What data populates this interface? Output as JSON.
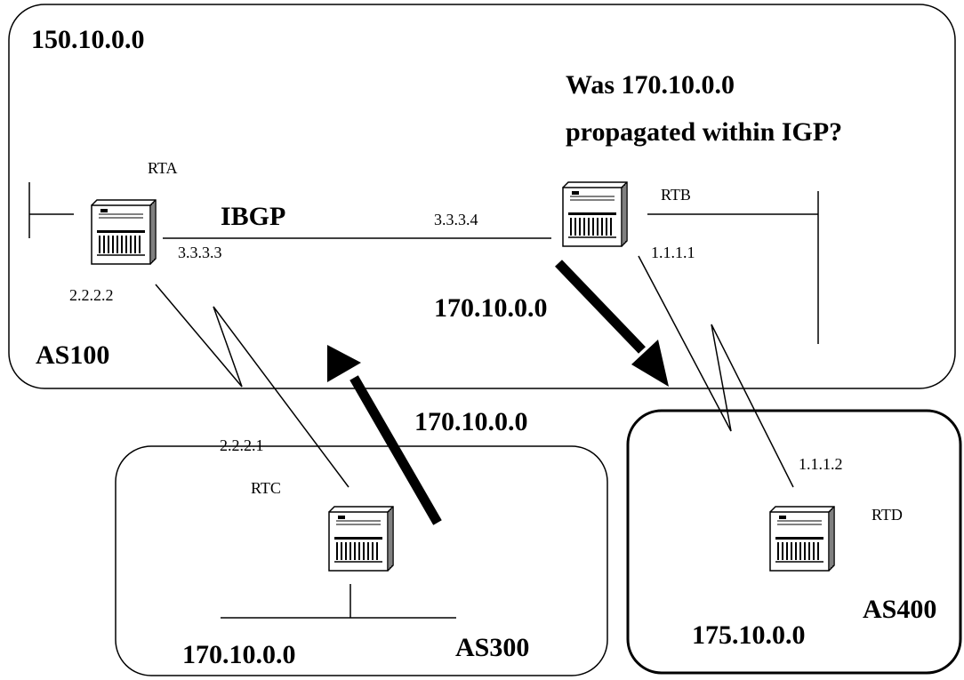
{
  "domains": {
    "as100": {
      "network": "150.10.0.0",
      "label": "AS100"
    },
    "as300": {
      "network": "170.10.0.0",
      "label": "AS300"
    },
    "as400": {
      "network": "175.10.0.0",
      "label": "AS400"
    }
  },
  "question": {
    "line1": "Was 170.10.0.0",
    "line2": "propagated within IGP?"
  },
  "routers": {
    "rta": {
      "name": "RTA",
      "ip_to_rtb": "3.3.3.3",
      "ip_to_rtc": "2.2.2.2"
    },
    "rtb": {
      "name": "RTB",
      "ip_to_rta": "3.3.3.4",
      "ip_to_rtd": "1.1.1.1"
    },
    "rtc": {
      "name": "RTC",
      "ip_to_rta": "2.2.2.1"
    },
    "rtd": {
      "name": "RTD",
      "ip_to_rtb": "1.1.1.2"
    }
  },
  "links": {
    "ibgp_label": "IBGP"
  },
  "advertisements": {
    "rtc_to_rta": "170.10.0.0",
    "rtb_to_rtd": "170.10.0.0"
  }
}
